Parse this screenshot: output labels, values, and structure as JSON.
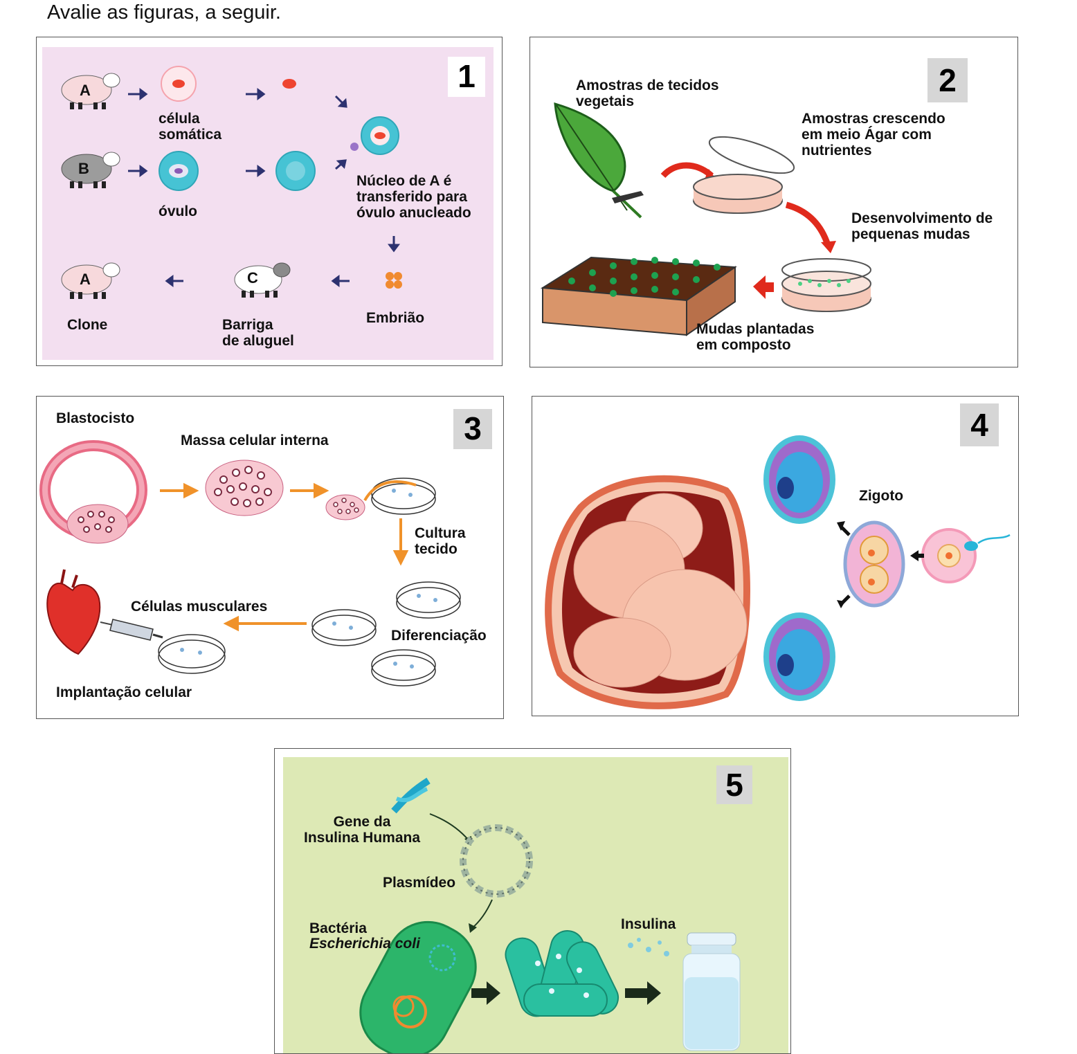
{
  "intro": "Avalie as figuras, a seguir.",
  "panel1": {
    "number": "1",
    "sheep_a": "A",
    "sheep_b": "B",
    "sheep_c": "C",
    "sheep_clone": "A",
    "somatic_cell": "célula\nsomática",
    "ovum": "óvulo",
    "nucleus_transfer": "Núcleo de A é\ntransferido para\nóvulo anucleado",
    "embryo": "Embrião",
    "surrogate": "Barriga\nde aluguel",
    "clone": "Clone"
  },
  "panel2": {
    "number": "2",
    "tissue_samples": "Amostras de tecidos\nvegetais",
    "growing": "Amostras crescendo\nem meio Ágar com\nnutrientes",
    "development": "Desenvolvimento de\npequenas mudas",
    "planted": "Mudas plantadas\nem composto"
  },
  "panel3": {
    "number": "3",
    "blastocyst": "Blastocisto",
    "inner_mass": "Massa celular interna",
    "culture": "Cultura\ntecido",
    "muscle_cells": "Células musculares",
    "differentiation": "Diferenciação",
    "implant": "Implantação celular"
  },
  "panel4": {
    "number": "4",
    "zygote": "Zigoto"
  },
  "panel5": {
    "number": "5",
    "gene": "Gene da\nInsulina Humana",
    "plasmid": "Plasmídeo",
    "bacteria": "Bactéria",
    "bacteria_species": "Escherichia coli",
    "insulin": "Insulina"
  },
  "colors": {
    "panel1_bg": "#f3dff0",
    "panel5_bg": "#dde9b5",
    "arrow_orange": "#f0922a",
    "arrow_navy": "#2d3270"
  }
}
